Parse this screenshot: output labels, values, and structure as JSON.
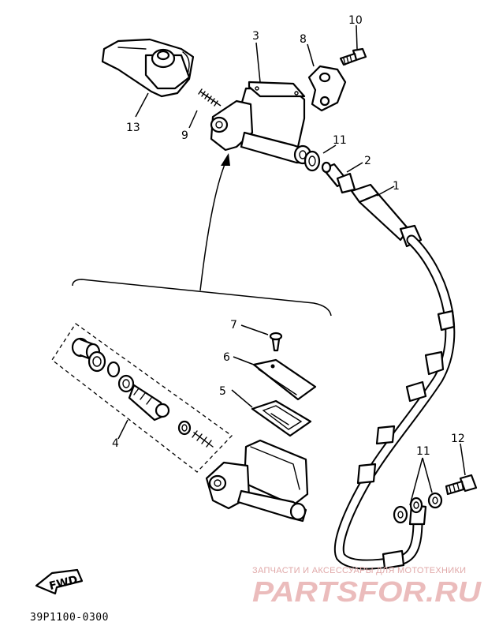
{
  "callouts": {
    "c1": "1",
    "c2": "2",
    "c3": "3",
    "c4": "4",
    "c5": "5",
    "c6": "6",
    "c7": "7",
    "c8": "8",
    "c9": "9",
    "c10": "10",
    "c11a": "11",
    "c11b": "11",
    "c12": "12",
    "c13": "13"
  },
  "fwd_label": "FWD",
  "drawing_code": "39P1100-0300",
  "watermark": {
    "subtitle": "ЗАПЧАСТИ И АКСЕССУАРЫ ДЛЯ МОТОТЕХНИКИ",
    "logo": "PARTSFOR.RU"
  }
}
